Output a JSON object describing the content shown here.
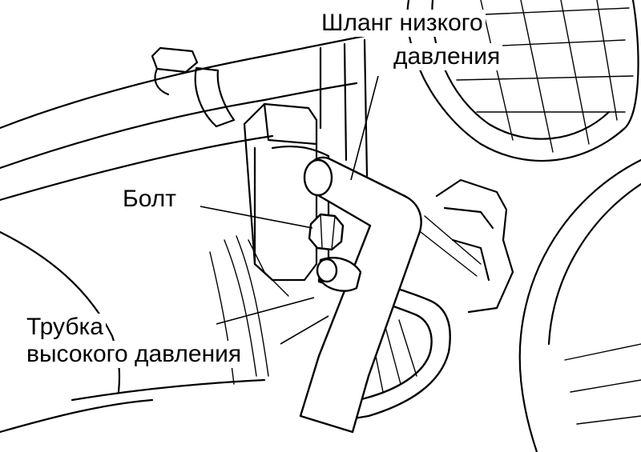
{
  "labels": {
    "low_pressure_hose_line1": "Шланг низкого",
    "low_pressure_hose_line2": "давления",
    "bolt": "Болт",
    "high_pressure_pipe_line1": "Трубка",
    "high_pressure_pipe_line2": "высокого давления"
  }
}
